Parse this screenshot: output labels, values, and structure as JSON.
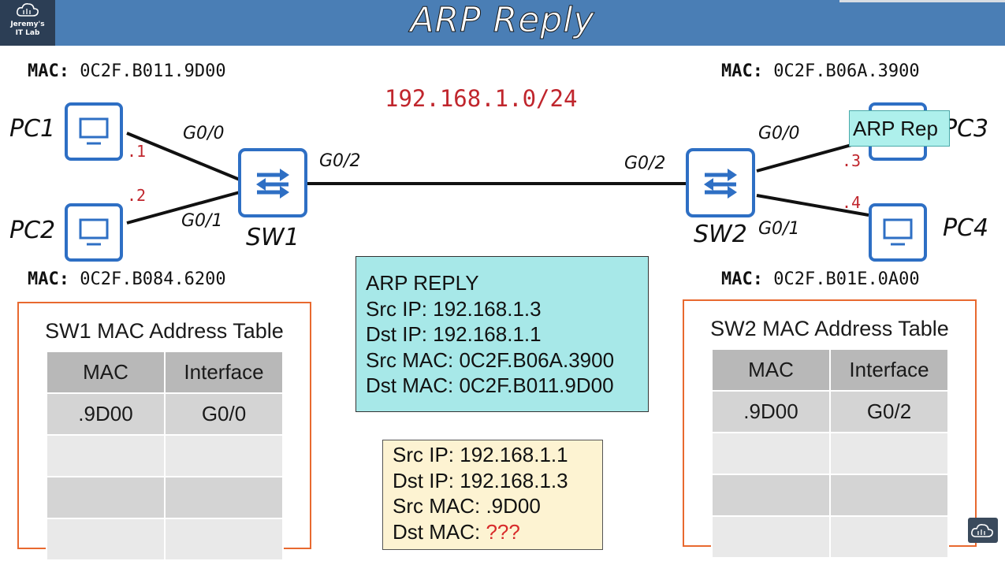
{
  "header": {
    "title": "ARP Reply",
    "logo_line1": "Jeremy's",
    "logo_line2": "IT Lab"
  },
  "network": "192.168.1.0/24",
  "devices": {
    "pc1": {
      "label": "PC1",
      "mac_prefix": "MAC:",
      "mac": "0C2F.B011.9D00",
      "host": ".1"
    },
    "pc2": {
      "label": "PC2",
      "mac_prefix": "MAC:",
      "mac": "0C2F.B084.6200",
      "host": ".2"
    },
    "pc3": {
      "label": "PC3",
      "mac_prefix": "MAC:",
      "mac": "0C2F.B06A.3900",
      "host": ".3"
    },
    "pc4": {
      "label": "PC4",
      "mac_prefix": "MAC:",
      "mac": "0C2F.B01E.0A00",
      "host": ".4"
    },
    "sw1": {
      "label": "SW1",
      "g00": "G0/0",
      "g01": "G0/1",
      "g02": "G0/2"
    },
    "sw2": {
      "label": "SW2",
      "g00": "G0/0",
      "g01": "G0/1",
      "g02": "G0/2"
    }
  },
  "sw1_table": {
    "title": "SW1 MAC Address Table",
    "headers": [
      "MAC",
      "Interface"
    ],
    "rows": [
      [
        ".9D00",
        "G0/0"
      ],
      [
        "",
        ""
      ],
      [
        "",
        ""
      ],
      [
        "",
        ""
      ]
    ]
  },
  "sw2_table": {
    "title": "SW2 MAC Address Table",
    "headers": [
      "MAC",
      "Interface"
    ],
    "rows": [
      [
        ".9D00",
        "G0/2"
      ],
      [
        "",
        ""
      ],
      [
        "",
        ""
      ],
      [
        "",
        ""
      ]
    ]
  },
  "arp_reply": {
    "heading": "ARP REPLY",
    "src_ip": "Src IP: 192.168.1.3",
    "dst_ip": "Dst IP: 192.168.1.1",
    "src_mac": "Src MAC: 0C2F.B06A.3900",
    "dst_mac": "Dst MAC: 0C2F.B011.9D00"
  },
  "packet": {
    "src_ip": "Src IP: 192.168.1.1",
    "dst_ip": "Dst IP: 192.168.1.3",
    "src_mac": "Src MAC: .9D00",
    "dst_mac_label": "Dst MAC: ",
    "dst_mac_value": "???"
  },
  "overlay_label": "ARP Rep",
  "colors": {
    "header_bg": "#4a7eb5",
    "device_blue": "#2e6fc4",
    "ip_red": "#c0262d",
    "table_border": "#e8692f",
    "reply_bg": "#a7e8e8",
    "request_bg": "#fdf3d2"
  },
  "icons": {
    "logo": "cloud-circuit-icon",
    "pc": "monitor-icon",
    "switch": "switch-arrows-icon",
    "corner": "cloud-circuit-icon"
  }
}
